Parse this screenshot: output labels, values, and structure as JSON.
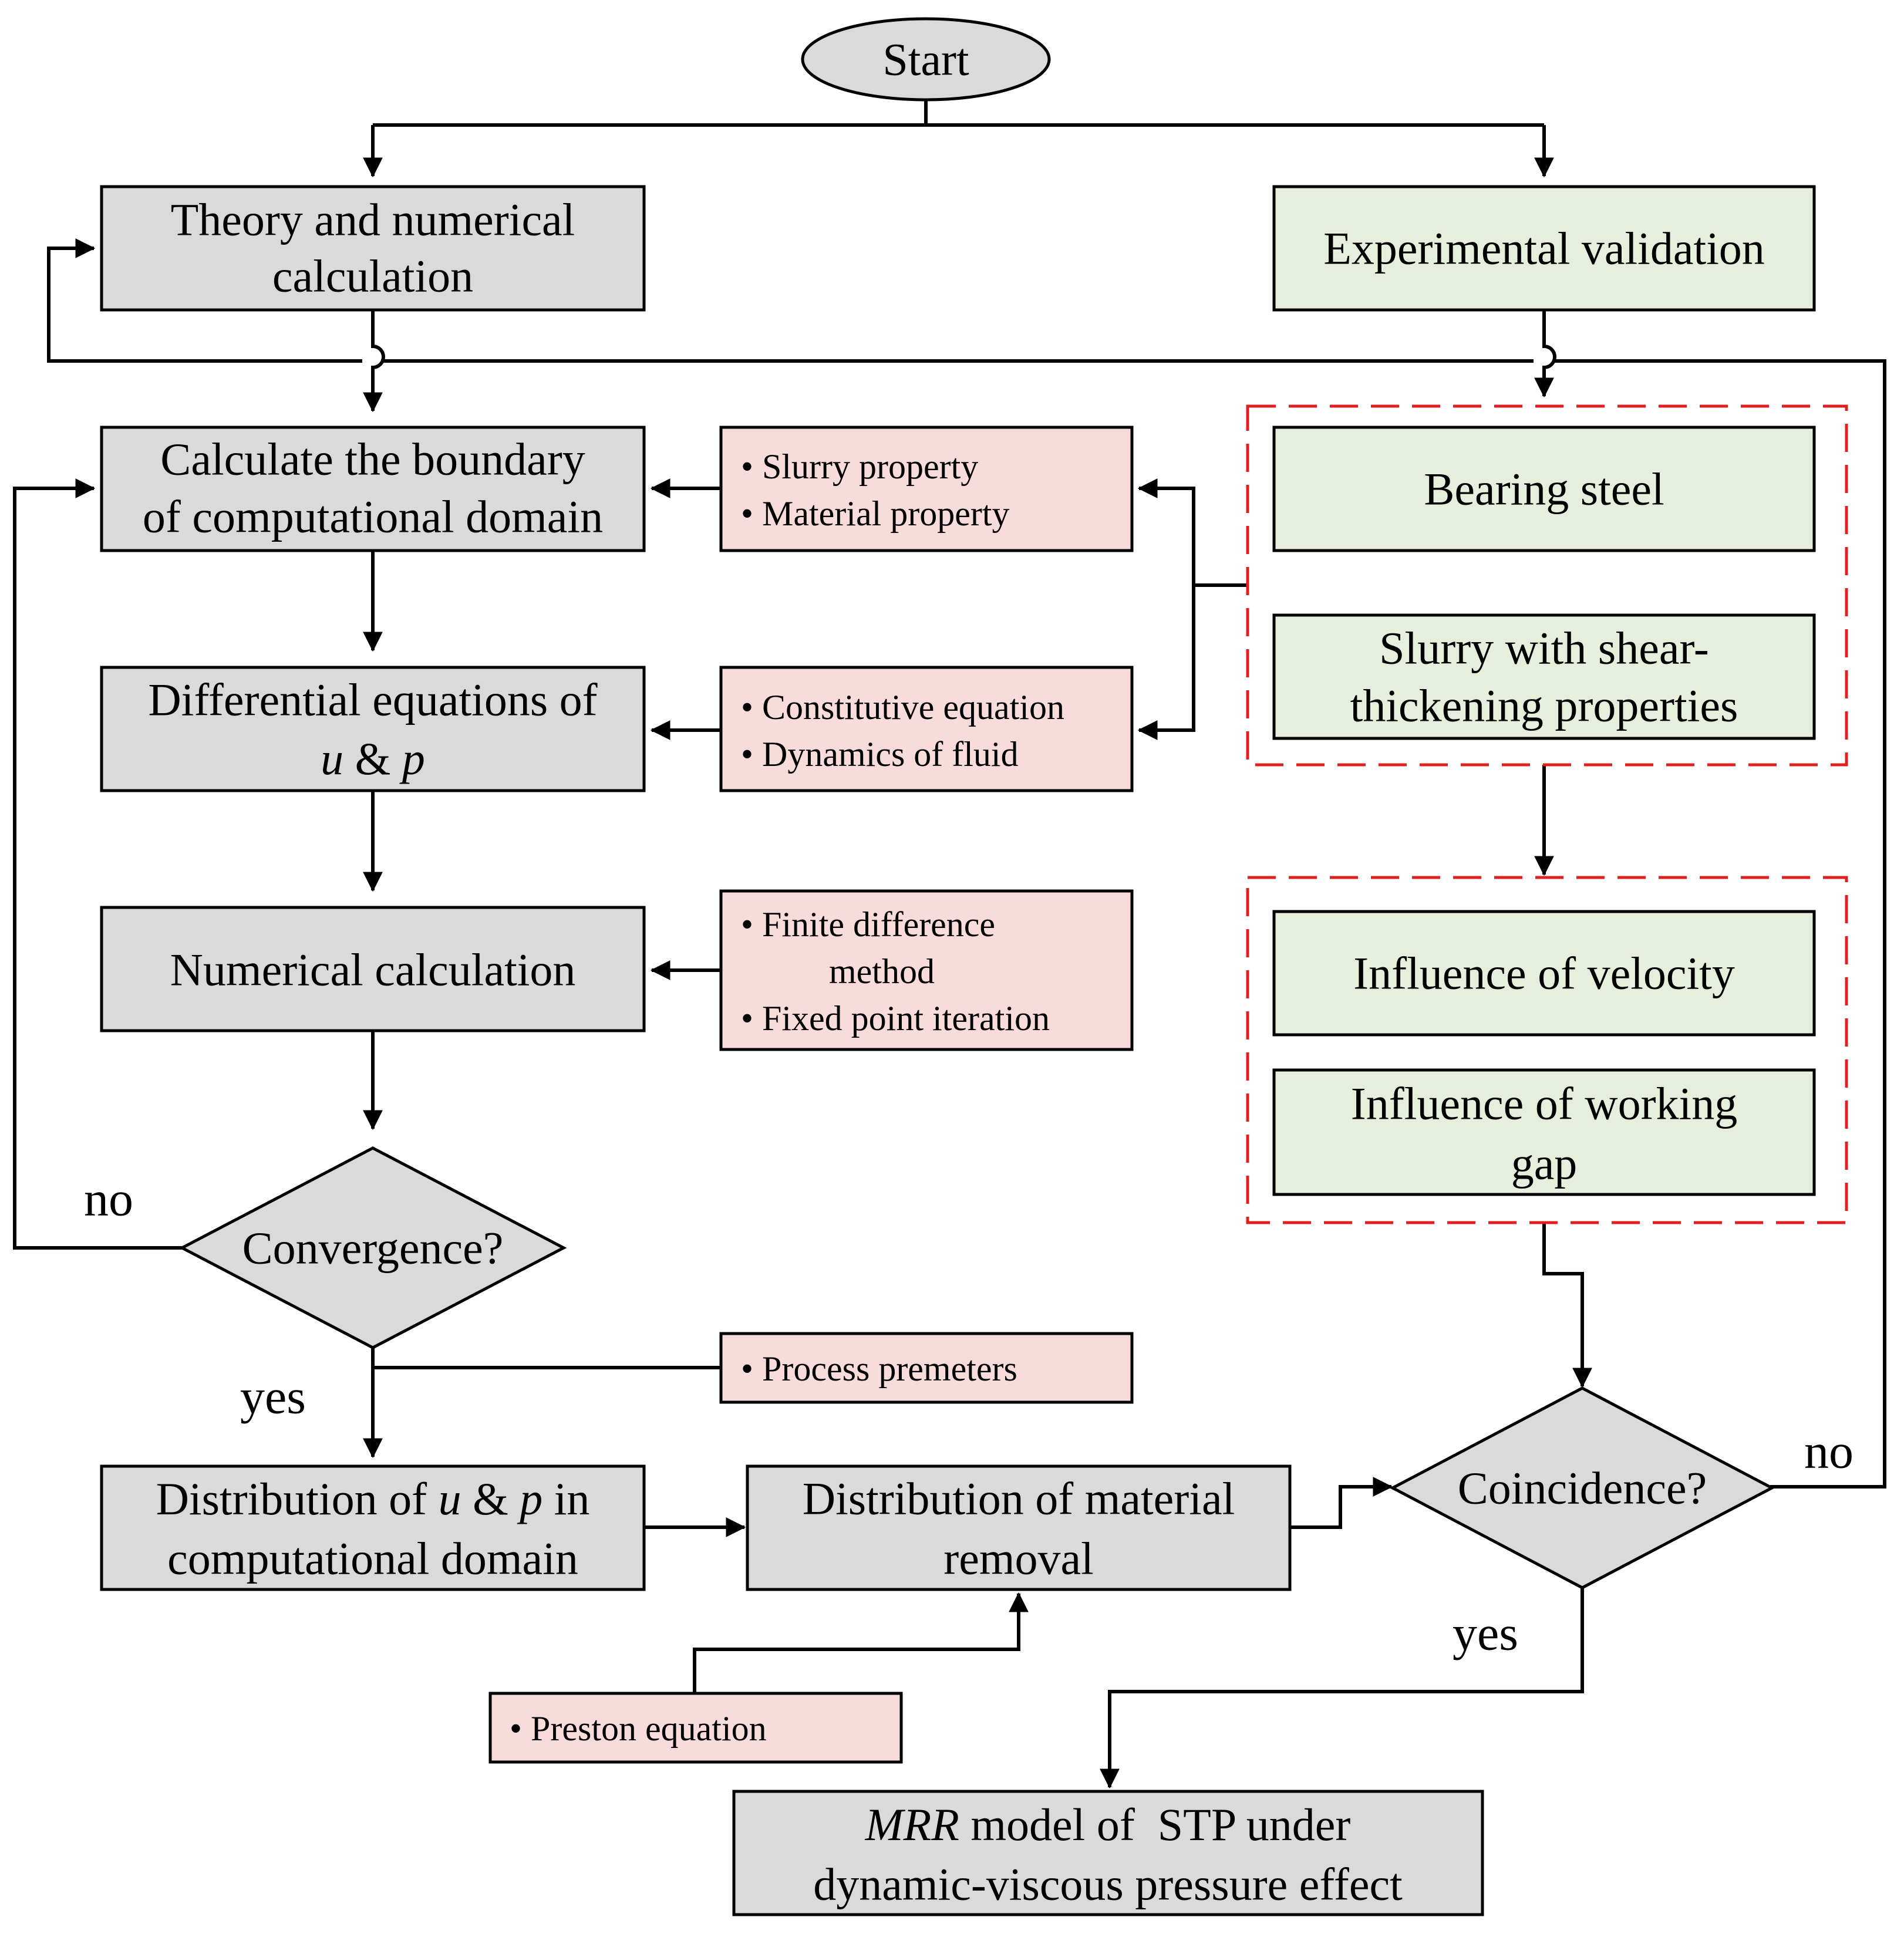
{
  "nodes": {
    "start": "Start",
    "theory": [
      "Theory and numerical",
      "calculation"
    ],
    "experimental": "Experimental validation",
    "boundary": [
      "Calculate the boundary",
      "of computational domain"
    ],
    "boundary_inputs": [
      "• Slurry property",
      "• Material property"
    ],
    "bearing": "Bearing steel",
    "slurry": [
      "Slurry with shear-",
      "thickening properties"
    ],
    "differential": {
      "line1": "Differential equations of",
      "u": "u",
      "amp": " & ",
      "p": "p"
    },
    "differential_inputs": [
      "• Constitutive equation",
      "• Dynamics of fluid"
    ],
    "numerical": "Numerical calculation",
    "numerical_inputs": [
      "• Finite difference",
      "method",
      "• Fixed point iteration"
    ],
    "velocity": "Influence of velocity",
    "gap": [
      "Influence of working",
      "gap"
    ],
    "convergence": "Convergence?",
    "process": "• Process premeters",
    "distribution_up": {
      "pre": "Distribution of ",
      "u": "u",
      "amp": " & ",
      "p": "p",
      "post": " in",
      "line2": "computational domain"
    },
    "removal": [
      "Distribution of material",
      "removal"
    ],
    "coincidence": "Coincidence?",
    "preston": "• Preston equation",
    "mrr": {
      "it": "MRR",
      "rest": " model of  STP under",
      "line2": "dynamic-viscous pressure effect"
    }
  },
  "edge_labels": {
    "conv_no": "no",
    "conv_yes": "yes",
    "coin_no": "no",
    "coin_yes": "yes"
  },
  "colors": {
    "process_box": "#dadada",
    "experiment_box": "#e6eedc",
    "input_box": "#f8dcdb",
    "dashed_group": "#e02020"
  }
}
